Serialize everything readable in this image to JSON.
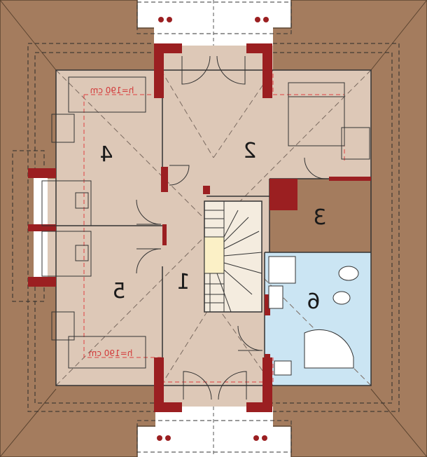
{
  "rooms": [
    {
      "id": "1",
      "label": "1"
    },
    {
      "id": "2",
      "label": "2"
    },
    {
      "id": "3",
      "label": "3"
    },
    {
      "id": "4",
      "label": "4"
    },
    {
      "id": "5",
      "label": "5"
    },
    {
      "id": "6",
      "label": "6"
    }
  ],
  "height_labels": [
    {
      "id": "top",
      "label": "h=190 cm"
    },
    {
      "id": "bottom",
      "label": "h=190 cm"
    }
  ],
  "colors": {
    "roof": "#a47c5e",
    "roof_edge": "#7a5a40",
    "floor": "#ddc8b7",
    "bathroom": "#cbe5f3",
    "wall": "#9b1f21",
    "line": "#333333",
    "dash_red": "#e04040",
    "stair": "#f4ecdf"
  }
}
